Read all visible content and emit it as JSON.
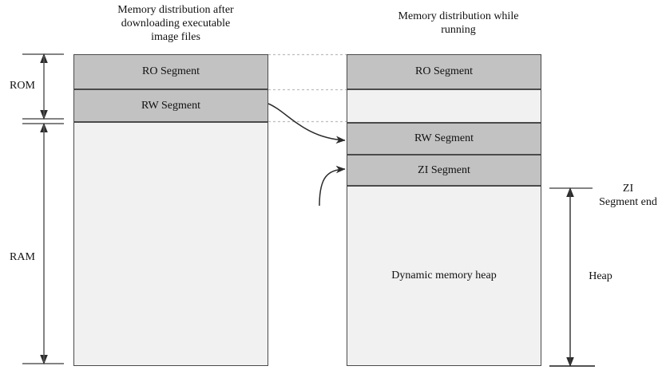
{
  "figure": {
    "type": "diagram",
    "subject": "ARM memory layout: image file segments versus runtime memory map",
    "background_color": "#ffffff",
    "segment_fill": "#c2c2c2",
    "free_fill": "#f1f1f1",
    "border_color": "#4a4a4a",
    "connector_color": "#b5b5b5",
    "arrow_color": "#2b2b2b"
  },
  "panels": {
    "left": {
      "title": "Memory distribution after downloading executable image files",
      "title_lines": [
        "Memory distribution after",
        "downloading executable",
        "image files"
      ],
      "blocks": [
        {
          "name": "ro-segment",
          "label": "RO Segment",
          "fill": "gray"
        },
        {
          "name": "rw-segment",
          "label": "RW Segment",
          "fill": "gray"
        },
        {
          "name": "free-space",
          "label": "",
          "fill": "light"
        }
      ]
    },
    "right": {
      "title": "Memory distribution while running",
      "title_lines": [
        "Memory distribution while",
        "running"
      ],
      "blocks": [
        {
          "name": "ro-segment",
          "label": "RO Segment",
          "fill": "gray"
        },
        {
          "name": "gap-space",
          "label": "",
          "fill": "light"
        },
        {
          "name": "rw-segment",
          "label": "RW Segment",
          "fill": "gray"
        },
        {
          "name": "zi-segment",
          "label": "ZI Segment",
          "fill": "gray"
        },
        {
          "name": "dynamic-heap",
          "label": "Dynamic memory heap",
          "fill": "light"
        }
      ]
    }
  },
  "brackets": {
    "rom": {
      "label": "ROM"
    },
    "ram": {
      "label": "RAM"
    },
    "zi_segment_end": {
      "label": "ZI Segment end",
      "label_lines": [
        "ZI",
        "Segment end"
      ]
    },
    "heap": {
      "label": "Heap"
    }
  },
  "connectors": {
    "dotted_count": 3,
    "curved_arrows": [
      {
        "name": "rw-relocation-arrow",
        "from": "left RW Segment",
        "to": "right RW Segment"
      },
      {
        "name": "zi-creation-arrow",
        "from": "runtime init",
        "to": "right ZI Segment"
      }
    ]
  }
}
